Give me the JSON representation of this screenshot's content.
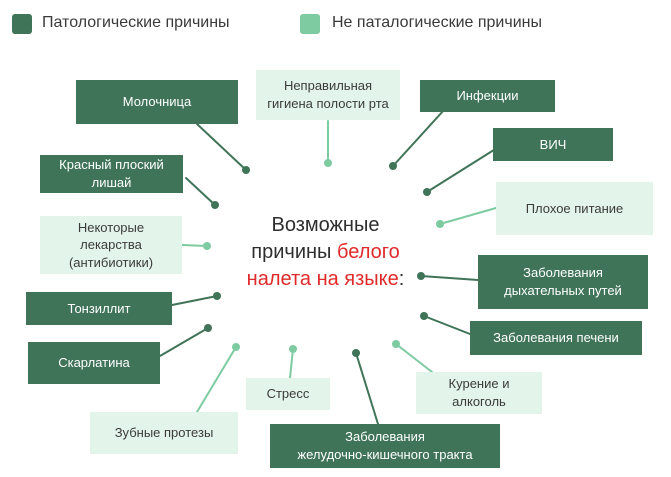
{
  "legend": {
    "pathological": {
      "label": "Патологические причины",
      "color": "#3f7458"
    },
    "non_pathological": {
      "label": "Не паталогические причины",
      "color": "#7ecba1"
    }
  },
  "center": {
    "line1": "Возможные",
    "line2_a": "причины ",
    "line2_b": "белого",
    "line3_a": "налета на языке",
    "line3_b": ":"
  },
  "causes": [
    {
      "id": "thrush",
      "text": "Молочница",
      "type": "pathological"
    },
    {
      "id": "hygiene",
      "text": "Неправильная\nгигиена полости рта",
      "type": "non_pathological"
    },
    {
      "id": "infections",
      "text": "Инфекции",
      "type": "pathological"
    },
    {
      "id": "lichen",
      "text": "Красный плоский\nлишай",
      "type": "pathological"
    },
    {
      "id": "hiv",
      "text": "ВИЧ",
      "type": "pathological"
    },
    {
      "id": "poor-nutrition",
      "text": "Плохое питание",
      "type": "non_pathological"
    },
    {
      "id": "medications",
      "text": "Некоторые\nлекарства\n(антибиотики)",
      "type": "non_pathological"
    },
    {
      "id": "respiratory",
      "text": "Заболевания\nдыхательных путей",
      "type": "pathological"
    },
    {
      "id": "tonsillitis",
      "text": "Тонзиллит",
      "type": "pathological"
    },
    {
      "id": "liver",
      "text": "Заболевания печени",
      "type": "pathological"
    },
    {
      "id": "scarlet-fever",
      "text": "Скарлатина",
      "type": "pathological"
    },
    {
      "id": "smoking",
      "text": "Курение и\nалкоголь",
      "type": "non_pathological"
    },
    {
      "id": "stress",
      "text": "Стресс",
      "type": "non_pathological"
    },
    {
      "id": "dentures",
      "text": "Зубные протезы",
      "type": "non_pathological"
    },
    {
      "id": "gi-tract",
      "text": "Заболевания\nжелудочно-кишечного тракта",
      "type": "pathological"
    }
  ]
}
